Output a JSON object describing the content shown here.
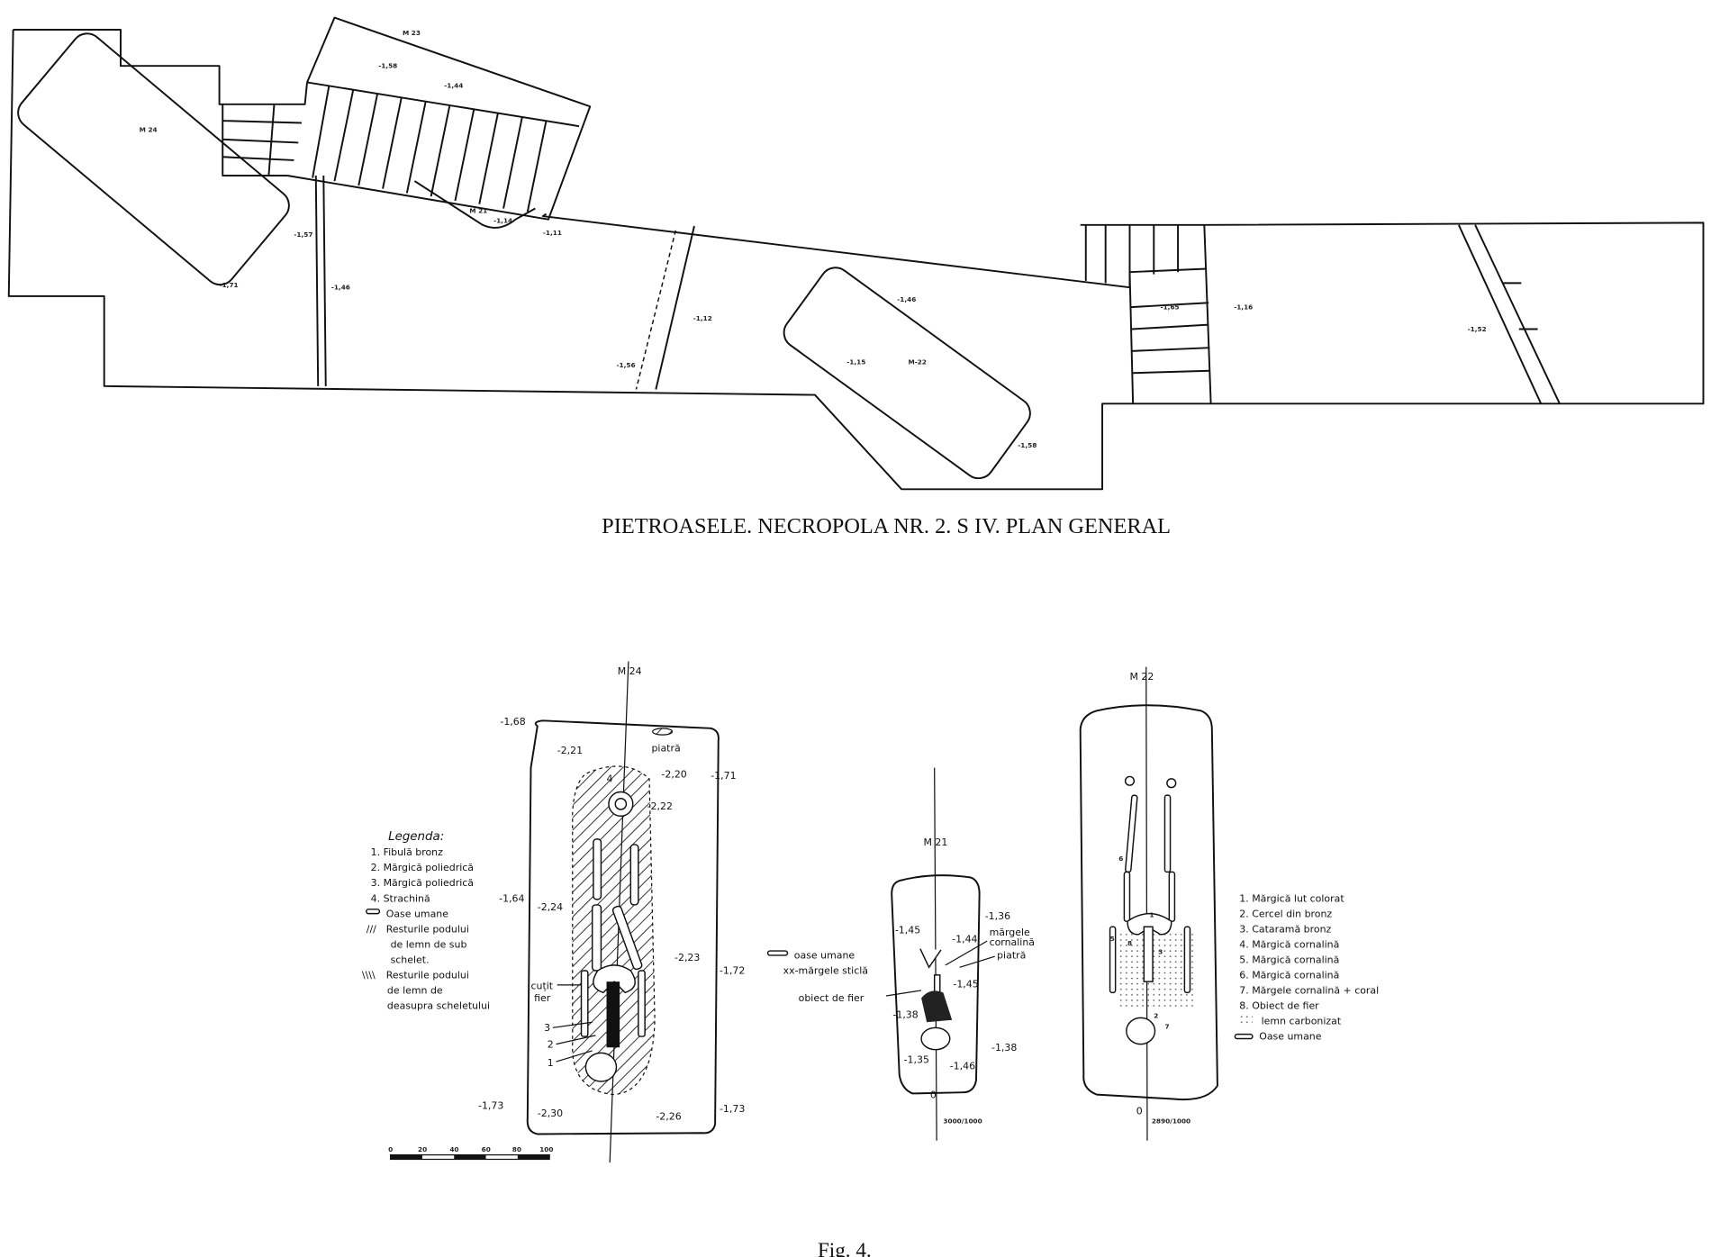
{
  "plan": {
    "caption": "PIETROASELE. NECROPOLA NR. 2. S IV. PLAN GENERAL",
    "graves": {
      "m24": "M 24",
      "m23": "M 23",
      "m21": "M 21",
      "m22": "M-22"
    },
    "elevations": [
      "-1,58",
      "-1,44",
      "-1,57",
      "-1,71",
      "-1,46",
      "-1,14",
      "-1,11",
      "-1,12",
      "-1,56",
      "-1,46",
      "-1,15",
      "-1,58",
      "-1,65",
      "-1,16",
      "-1,52"
    ]
  },
  "m24": {
    "label": "M 24",
    "elevations": [
      "-1,68",
      "-2,21",
      "-2,20",
      "-1,71",
      "-2,22",
      "-1,64",
      "-2,24",
      "-2,23",
      "-1,72",
      "-1,73",
      "-2,30",
      "-2,26",
      "-1,73"
    ],
    "annotations": {
      "stone": "piatră",
      "knife_line1": "cuțit",
      "knife_line2": "fier",
      "n1": "1",
      "n2": "2",
      "n3": "3",
      "n4": "4"
    },
    "legend": {
      "title": "Legenda:",
      "items": [
        "1. Fibulă bronz",
        "2. Mărgică poliedrică",
        "3. Mărgică poliedrică",
        "4. Strachină",
        "Oase umane",
        "Resturile podului",
        "de lemn de sub",
        "schelet.",
        "Resturile podului",
        "de lemn de",
        "deasupra scheletului"
      ]
    },
    "scale": [
      "0",
      "20",
      "40",
      "60",
      "80",
      "100"
    ]
  },
  "m21": {
    "label": "M 21",
    "elevations": [
      "-1,36",
      "-1,45",
      "-1,44",
      "-1,45",
      "-1,38",
      "-1,38",
      "-1,35",
      "-1,46"
    ],
    "annotations": {
      "beads_line1": "mărgele",
      "beads_line2": "cornalină",
      "stone": "piatră",
      "bones": "oase umane",
      "glass": "xx-mărgele sticlă",
      "iron": "obiect de fier",
      "zero": "0",
      "ratio": "3000/1000"
    }
  },
  "m22": {
    "label": "M 22",
    "legend": [
      "1. Mărgică lut colorat",
      "2. Cercel din bronz",
      "3. Cataramă bronz",
      "4. Mărgică cornalină",
      "5. Mărgică cornalină",
      "6. Mărgică cornalină",
      "7. Mărgele cornalină + coral",
      "8. Obiect de fier",
      "lemn carbonizat",
      "Oase umane"
    ],
    "marks": {
      "n1": "1",
      "n2": "2",
      "n3": "3",
      "n5": "5",
      "n6": "6",
      "n7": "7",
      "n8": "8"
    },
    "zero": "0",
    "ratio": "2890/1000"
  },
  "figure": {
    "label": "Fig. 4."
  }
}
